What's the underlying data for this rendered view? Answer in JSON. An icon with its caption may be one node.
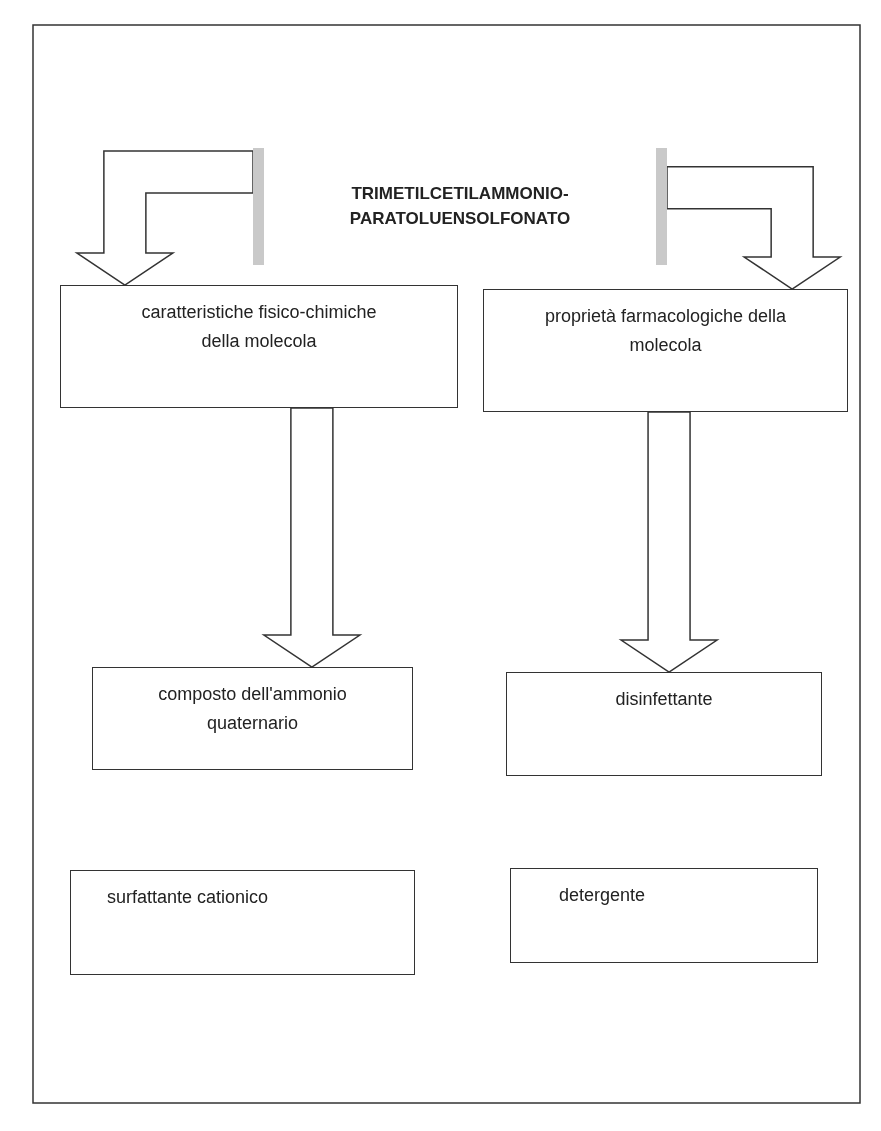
{
  "diagram": {
    "nodes": [
      {
        "text": [
          "TRIMETILCETILAMMONIO- PARATOLUENSOLFONATO"
        ]
      },
      {
        "text": [
          "caratteristiche fisico-chimiche della molecola"
        ]
      },
      {
        "text": [
          "proprietà farmacologiche della molecola"
        ]
      },
      {
        "text": [
          "composto dell'ammonio quaternario"
        ]
      },
      {
        "text": [
          "disinfettante"
        ]
      },
      {
        "text": [
          "surfattante cationico"
        ]
      },
      {
        "text": [
          "detergente"
        ]
      }
    ],
    "edges": [
      {
        "from": 0,
        "to": 1,
        "arrow": "to"
      },
      {
        "from": 0,
        "to": 2,
        "arrow": "to"
      },
      {
        "from": 1,
        "to": 3,
        "arrow": "to"
      },
      {
        "from": 2,
        "to": 4,
        "arrow": "to"
      }
    ]
  }
}
